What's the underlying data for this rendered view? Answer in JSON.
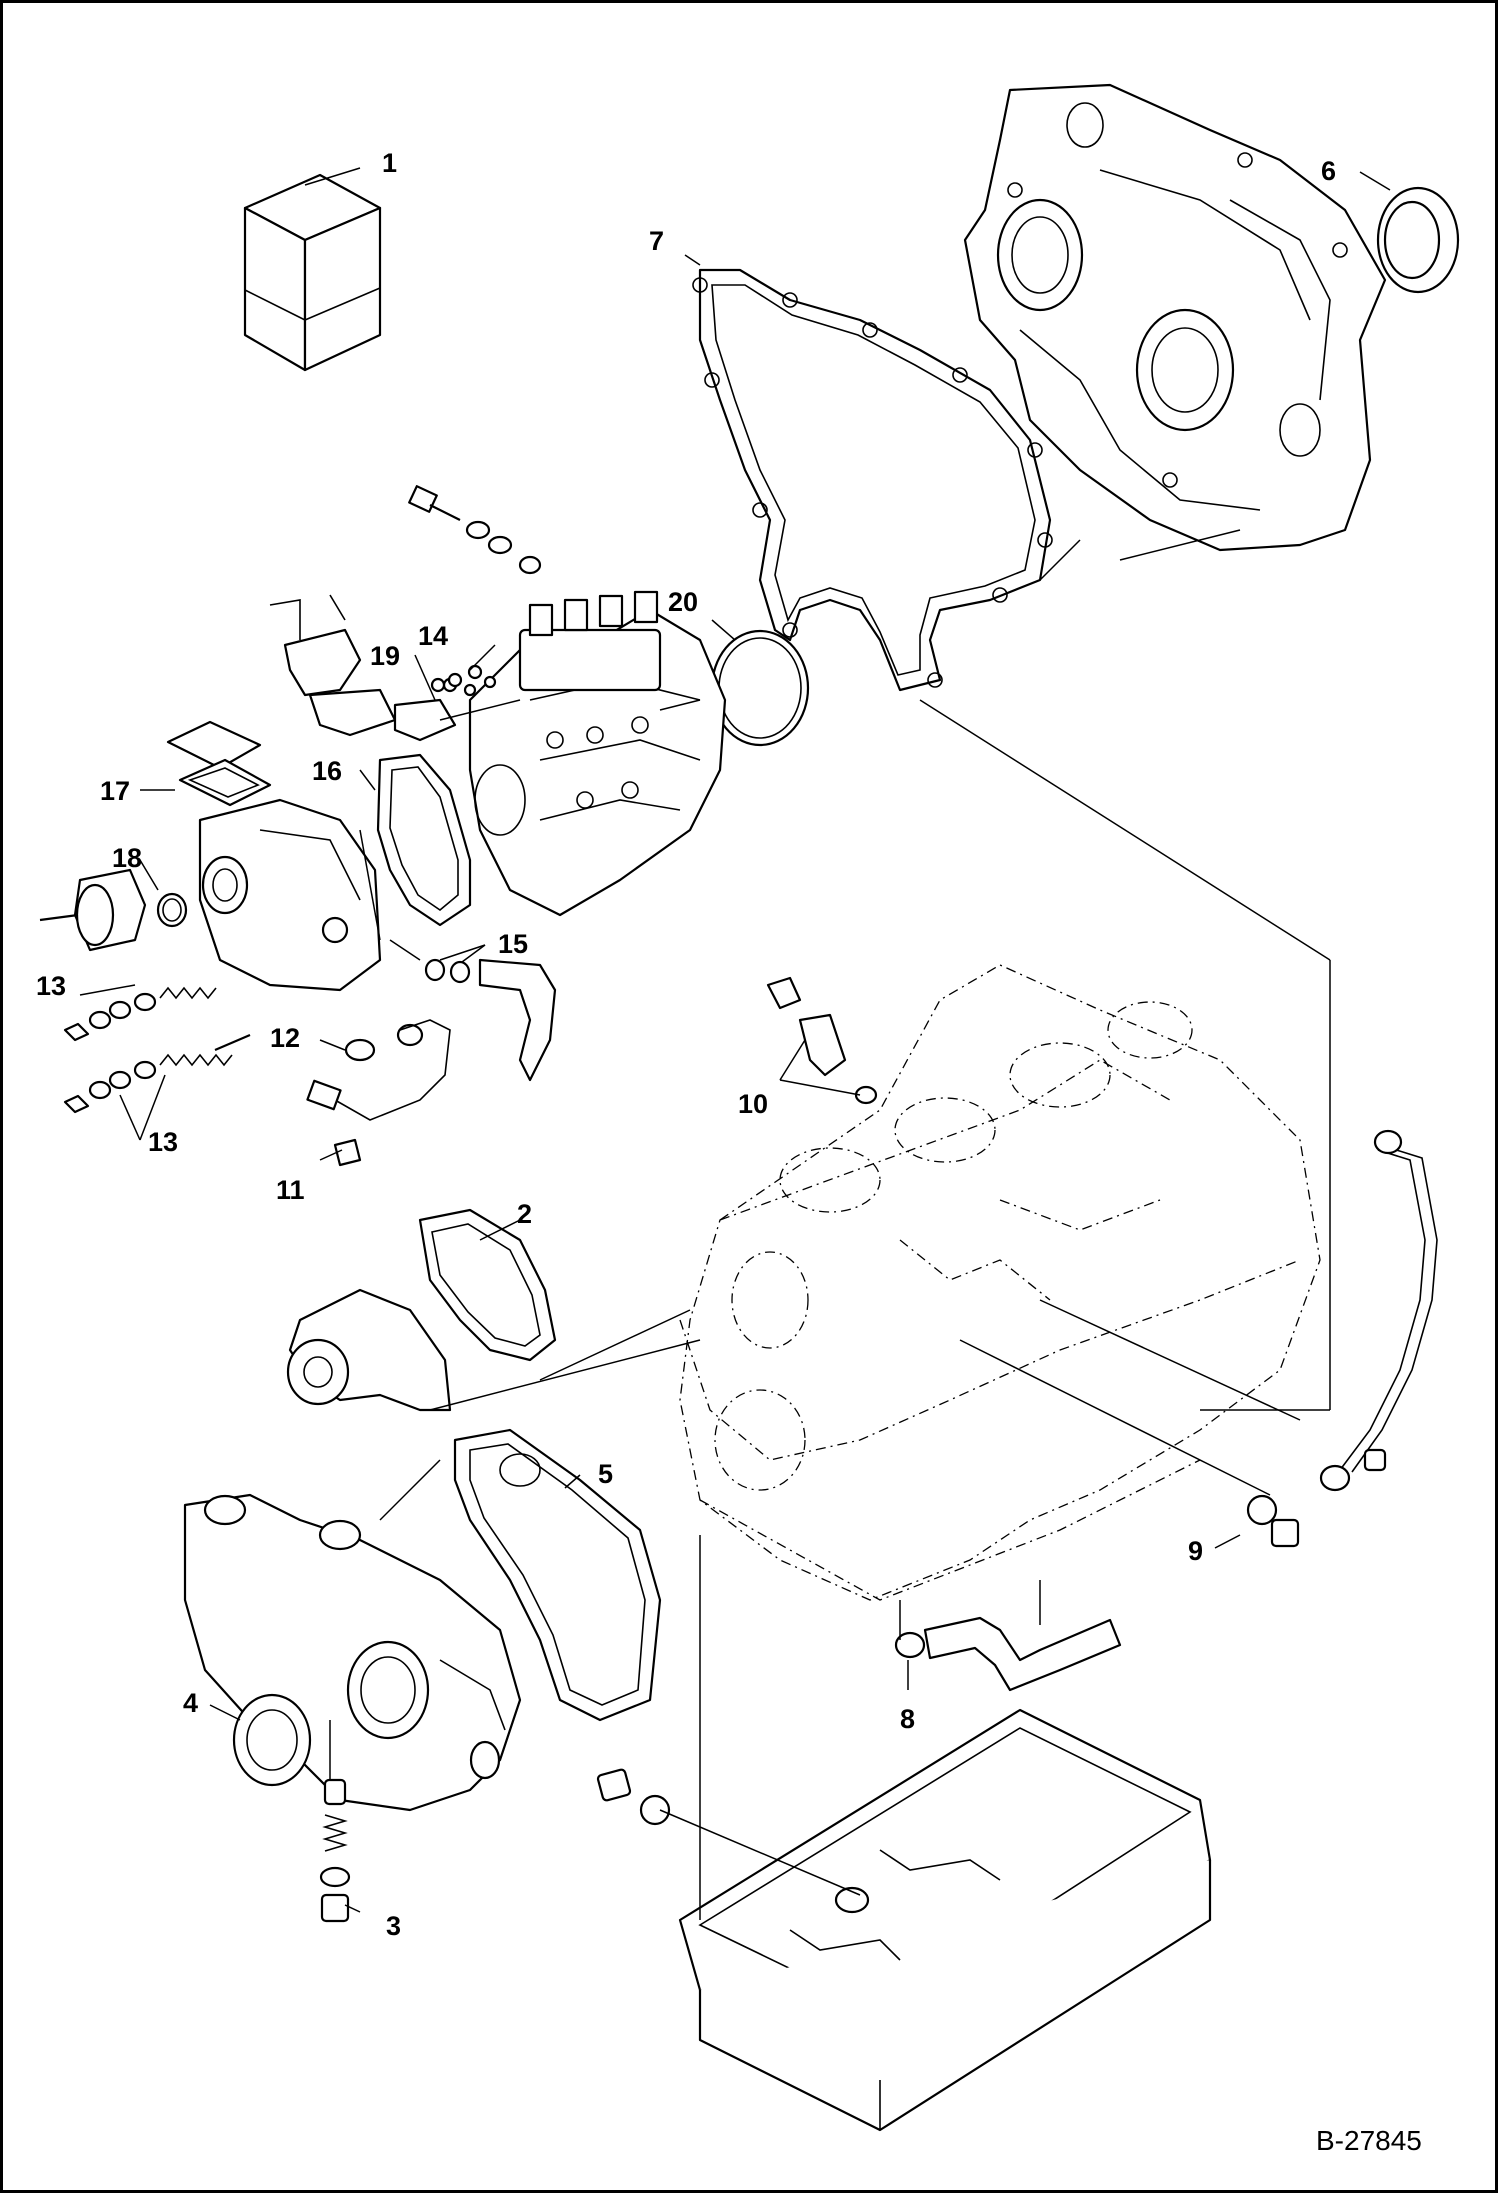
{
  "document_ref": "B-27845",
  "callouts": [
    "1",
    "2",
    "3",
    "4",
    "5",
    "6",
    "7",
    "8",
    "9",
    "10",
    "11",
    "12",
    "13",
    "13",
    "14",
    "15",
    "16",
    "17",
    "18",
    "19",
    "20"
  ]
}
